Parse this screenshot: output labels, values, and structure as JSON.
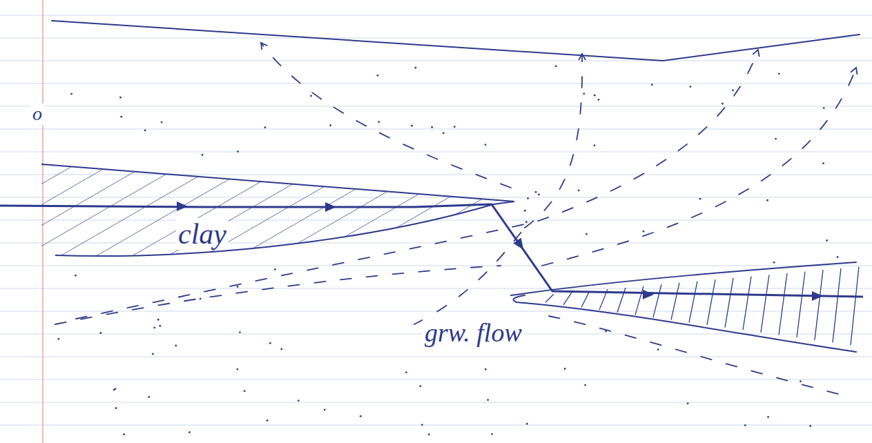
{
  "diagram": {
    "nodes": [
      {
        "text": [
          "clay"
        ]
      }
    ],
    "edges": [],
    "labels": [
      "grw. flow",
      "o"
    ]
  }
}
